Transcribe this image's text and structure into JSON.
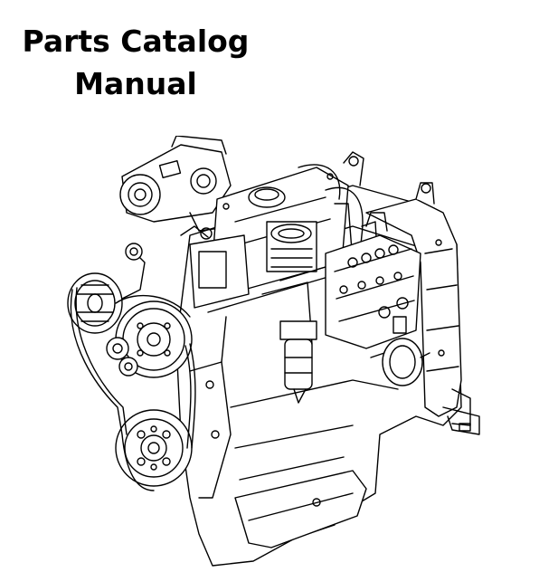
{
  "title": {
    "line1": "Parts Catalog",
    "line2": "Manual"
  },
  "illustration": {
    "subject": "engine-line-drawing",
    "stroke_color": "#000000",
    "fill_color": "#ffffff"
  }
}
